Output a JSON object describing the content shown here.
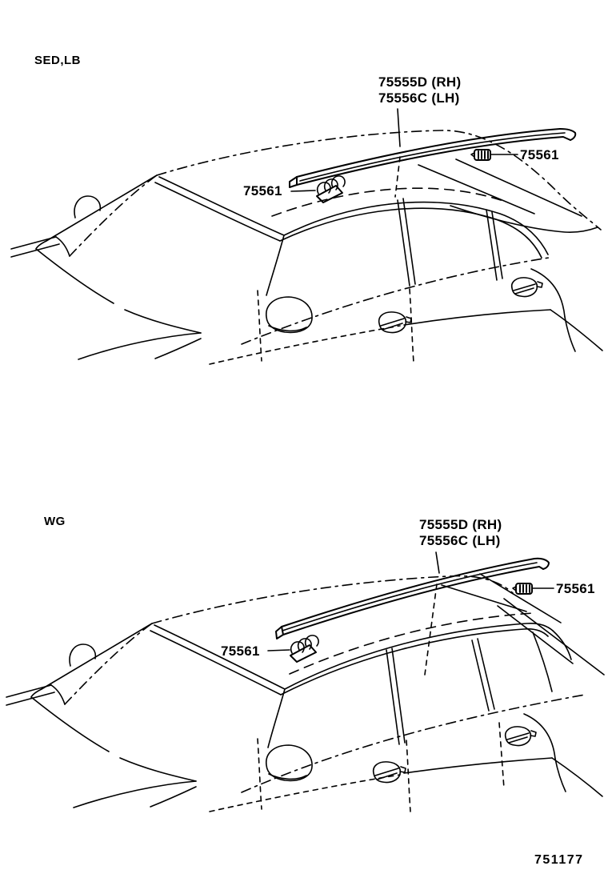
{
  "diagram": {
    "colors": {
      "line": "#000000",
      "background": "#ffffff",
      "text": "#000000"
    },
    "footer_number": "751177",
    "sections": {
      "sedan": {
        "variant_label": "SED,LB",
        "moulding_part_rh": "75555D (RH)",
        "moulding_part_lh": "75556C (LH)",
        "clip_part_left": "75561",
        "clip_part_right": "75561"
      },
      "wagon": {
        "variant_label": "WG",
        "moulding_part_rh": "75555D (RH)",
        "moulding_part_lh": "75556C (LH)",
        "clip_part_left": "75561",
        "clip_part_right": "75561"
      }
    }
  }
}
